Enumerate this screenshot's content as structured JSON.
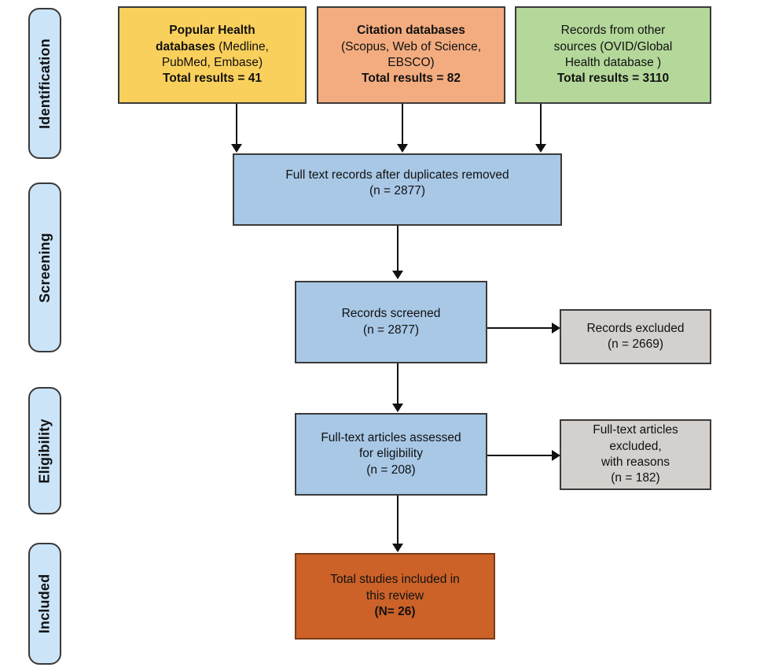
{
  "diagram": {
    "title": "PRISMA study selection flow diagram",
    "type": "flowchart"
  },
  "colors": {
    "stage": "#CCE4F7",
    "yellow": "#FAD05C",
    "peach": "#F3AC7F",
    "green": "#B4D89A",
    "blue": "#A8C8E6",
    "gray": "#D4D0CD",
    "orange": "#CC6228",
    "border": "#3A3A3A",
    "connector": "#111111"
  },
  "stages": [
    {
      "id": "identification",
      "label": "Identification"
    },
    {
      "id": "screening",
      "label": "Screening"
    },
    {
      "id": "eligibility",
      "label": "Eligibility"
    },
    {
      "id": "included",
      "label": "Included"
    }
  ],
  "sources": [
    {
      "id": "popular-health-databases",
      "color": "yellow",
      "line1_bold": "Popular Health",
      "line2_bold": "databases",
      "line2_rest": " (Medline,",
      "line3": "PubMed, Embase)",
      "total_label": "Total results = 41",
      "total_value": 41
    },
    {
      "id": "citation-databases",
      "color": "peach",
      "line1_bold": "Citation databases",
      "line2": "(Scopus, Web of Science,",
      "line3": "EBSCO)",
      "total_label": "Total results = 82",
      "total_value": 82
    },
    {
      "id": "other-sources",
      "color": "green",
      "line1": "Records from other",
      "line2": "sources (OVID/Global",
      "line3": "Health database )",
      "total_label": "Total results = 3110",
      "total_value": 3110
    }
  ],
  "flow": {
    "duplicates_removed": {
      "line1": "Full text records after duplicates removed",
      "line2": "(n = 2877)",
      "n": 2877
    },
    "records_screened": {
      "line1": "Records screened",
      "line2": "(n = 2877)",
      "n": 2877
    },
    "records_excluded": {
      "line1": "Records excluded",
      "line2": "(n = 2669)",
      "n": 2669
    },
    "fulltext_assessed": {
      "line1": "Full-text articles assessed",
      "line2": "for eligibility",
      "line3": "(n = 208)",
      "n": 208
    },
    "fulltext_excluded": {
      "line1": "Full-text articles excluded,",
      "line2": "with reasons",
      "line3": "(n = 182)",
      "n": 182
    },
    "included_studies": {
      "line1": "Total studies included in",
      "line2": "this review",
      "line3_bold": "(N= 26)",
      "n": 26
    }
  }
}
